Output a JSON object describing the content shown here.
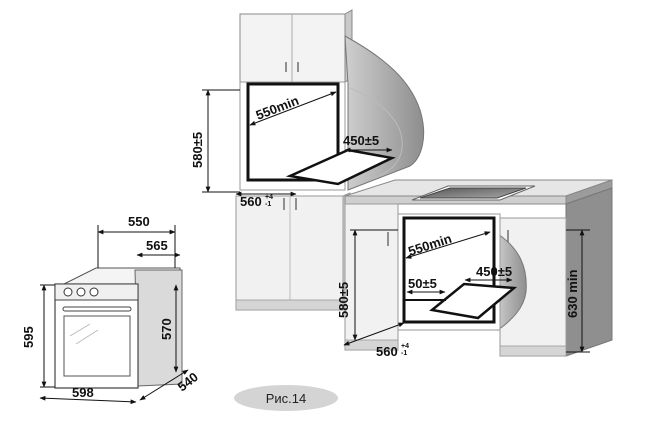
{
  "dimensions": {
    "oven_top_depth": "550",
    "oven_body_depth": "565",
    "oven_height": "595",
    "oven_body_height": "570",
    "oven_width": "598",
    "oven_side_depth": "540",
    "upper_niche_height": "580±5",
    "upper_niche_depth_min": "550min",
    "upper_opening": "450±5",
    "upper_niche_width": "560",
    "upper_niche_width_tol": "+4\n-1",
    "lower_niche_depth_min": "550min",
    "lower_niche_height": "580±5",
    "lower_vent": "50±5",
    "lower_opening": "450±5",
    "lower_niche_width": "560",
    "lower_niche_width_tol": "+4\n-1",
    "cabinet_height_min": "630 min"
  },
  "caption": "Рис.14",
  "colors": {
    "cabinet_light": "#f1f1f1",
    "cabinet_mid": "#d9d9d9",
    "cabinet_dark": "#9a9a9a",
    "niche_outline": "#1a1a1a",
    "caption_bg": "#d4d4d4"
  }
}
